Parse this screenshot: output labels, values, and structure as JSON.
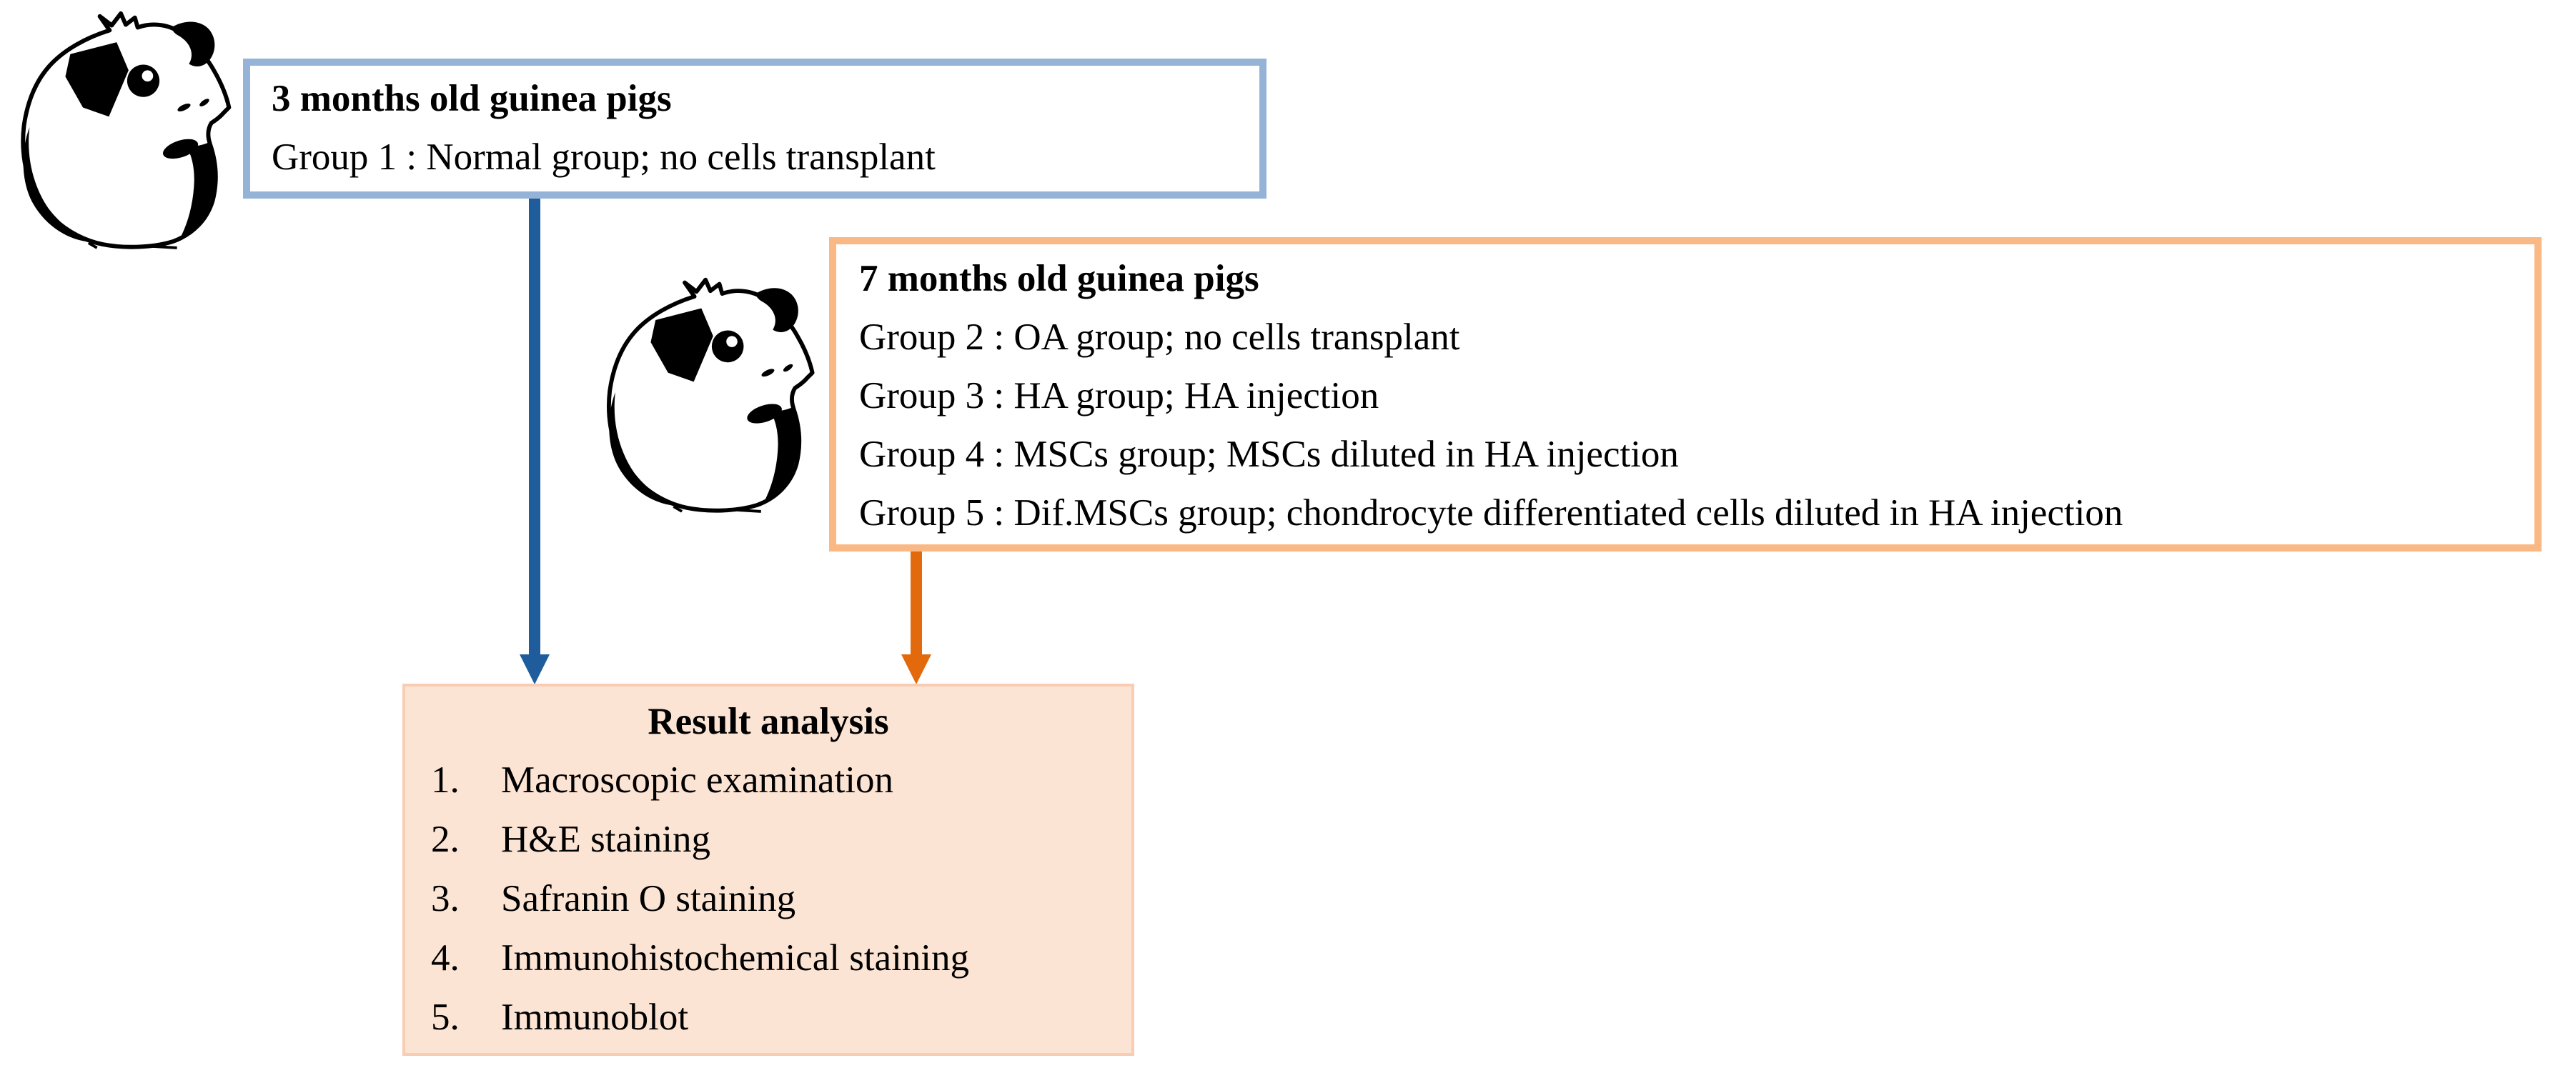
{
  "young_box": {
    "title": "3 months old guinea pigs",
    "lines": [
      "Group 1 : Normal group; no cells transplant"
    ],
    "border_color": "#95B3D7"
  },
  "old_box": {
    "title": "7 months old guinea pigs",
    "lines": [
      "Group 2 : OA group; no cells transplant",
      "Group 3 : HA group; HA injection",
      "Group 4 : MSCs group; MSCs diluted in HA injection",
      "Group 5 : Dif.MSCs group; chondrocyte differentiated cells diluted in HA injection"
    ],
    "border_color": "#FAB984"
  },
  "result_box": {
    "title": "Result analysis",
    "items": [
      {
        "num": "1.",
        "label": "Macroscopic examination"
      },
      {
        "num": "2.",
        "label": "H&E staining"
      },
      {
        "num": "3.",
        "label": "Safranin O staining"
      },
      {
        "num": "4.",
        "label": "Immunohistochemical staining"
      },
      {
        "num": "5.",
        "label": "Immunoblot"
      }
    ],
    "fill_color": "#FCE4D4",
    "border_color": "#F8CDB4"
  },
  "arrows": {
    "normal_group_arrow_color": "#1F5C9C",
    "oa_groups_arrow_color": "#E26A0C"
  },
  "icons": {
    "guinea_pig_young": "guinea-pig-illustration",
    "guinea_pig_old": "guinea-pig-illustration"
  }
}
